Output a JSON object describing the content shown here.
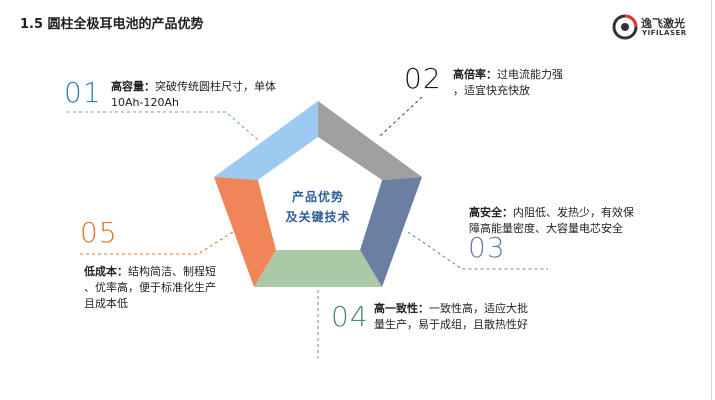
{
  "title": "1.5 圆柱全极耳电池的产品优势",
  "logo": {
    "cn": "逸飞激光",
    "en": "YIFILASER"
  },
  "center": {
    "line1": "产品优势",
    "line2": "及关键技术"
  },
  "items": [
    {
      "num": "01",
      "heading": "高容量：",
      "line1": "突破传统圆柱尺寸，单体",
      "line2": "10Ah-120Ah",
      "color": "#9dcaf0"
    },
    {
      "num": "02",
      "heading": "高倍率：",
      "line1": "过电流能力强",
      "line2": "，适宜快充快放",
      "color": "#a0a0a0"
    },
    {
      "num": "03",
      "heading": "高安全：",
      "line1": "内阻低、发热少，有效保",
      "line2": "障高能量密度、大容量电芯安全",
      "color": "#6b7fa3"
    },
    {
      "num": "04",
      "heading": "高一致性：",
      "line1": "一致性高，适应大批",
      "line2": "量生产，易于成组，且散热性好",
      "color": "#a9c9a7"
    },
    {
      "num": "05",
      "heading": "低成本：",
      "line1": "结构简洁、制程短",
      "line2": "、优率高，便于标准化生产",
      "line3": "且成本低",
      "color": "#f08658"
    }
  ],
  "colors": {
    "num01": "#2f7fc1",
    "num02": "#1a1a1a",
    "num03": "#6b7fa3",
    "num04": "#4a8a7a",
    "num05": "#e0752f"
  }
}
